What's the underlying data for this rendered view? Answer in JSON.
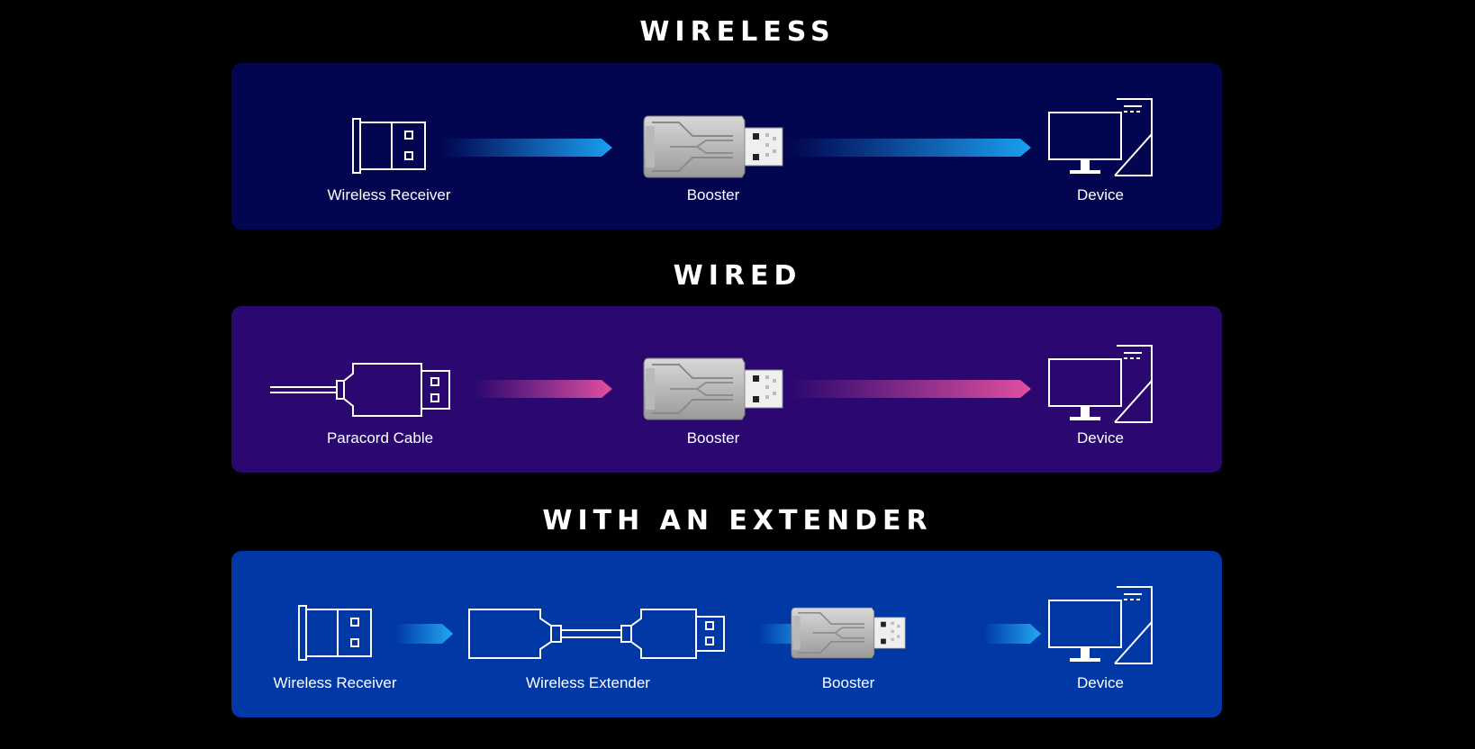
{
  "sections": [
    {
      "title": "WIRELESS",
      "panel_color": "#020550",
      "arrow_color": "#1a9ff0",
      "items": [
        {
          "label": "Wireless Receiver",
          "icon": "wireless-receiver-icon"
        },
        {
          "label": "Booster",
          "icon": "booster-icon"
        },
        {
          "label": "Device",
          "icon": "monitor-pc-icon"
        }
      ]
    },
    {
      "title": "WIRED",
      "panel_color": "#2a0870",
      "arrow_color": "#e04fa0",
      "items": [
        {
          "label": "Paracord Cable",
          "icon": "usb-cable-icon"
        },
        {
          "label": "Booster",
          "icon": "booster-icon"
        },
        {
          "label": "Device",
          "icon": "monitor-pc-icon"
        }
      ]
    },
    {
      "title": "WITH AN EXTENDER",
      "panel_color": "#0039a6",
      "arrow_color": "#23a8f2",
      "items": [
        {
          "label": "Wireless Receiver",
          "icon": "wireless-receiver-icon"
        },
        {
          "label": "Wireless Extender",
          "icon": "usb-extender-icon"
        },
        {
          "label": "Booster",
          "icon": "booster-icon"
        },
        {
          "label": "Device",
          "icon": "monitor-pc-icon"
        }
      ]
    }
  ]
}
